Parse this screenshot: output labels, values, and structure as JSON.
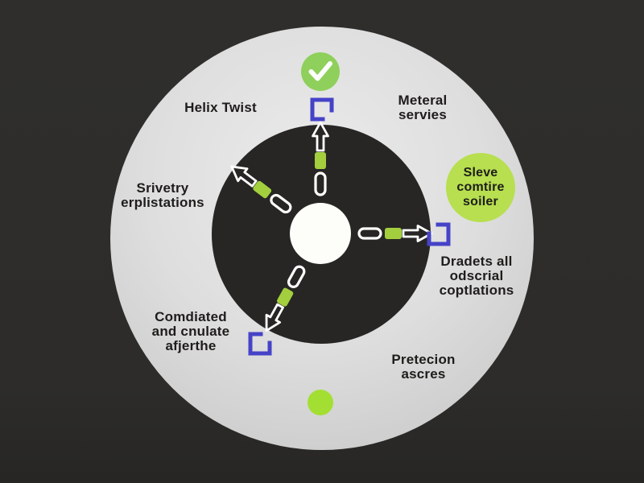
{
  "colors": {
    "background": "#2d2c2a",
    "ring": "#dcdcdc",
    "inner_disc": "#272624",
    "hub": "#fdfdfa",
    "green_accent": "#a3cf3e",
    "green_check": "#8ed05b",
    "green_dot": "#a3df33",
    "green_bubble": "#b7df4f",
    "blue_bracket": "#4643c8",
    "text": "#1e1d1b",
    "white": "#ffffff"
  },
  "diagram": {
    "labels": {
      "helix_twist": {
        "line1": "Helix Twist"
      },
      "meteral_servies": {
        "line1": "Meteral",
        "line2": "servies"
      },
      "srivetry_erplistations": {
        "line1": "Srivetry",
        "line2": "erplistations"
      },
      "comdiated_cnulate": {
        "line1": "Comdiated",
        "line2": "and cnulate",
        "line3": "afjerthe"
      },
      "dradets_coptlations": {
        "line1": "Dradets all",
        "line2": "odscrial",
        "line3": "coptlations"
      },
      "pretecion_ascres": {
        "line1": "Pretecion",
        "line2": "ascres"
      },
      "sleve_bubble": {
        "line1": "Sleve",
        "line2": "comtire",
        "line3": "soiler"
      }
    },
    "icons": {
      "check_icon": "✓",
      "arrow_icon": "↑ outlined arrow",
      "pill_icon": "outlined capsule",
      "green_block_icon": "green rounded block",
      "bracket_icon": "open square bracket",
      "green_dot_icon": "●"
    }
  }
}
